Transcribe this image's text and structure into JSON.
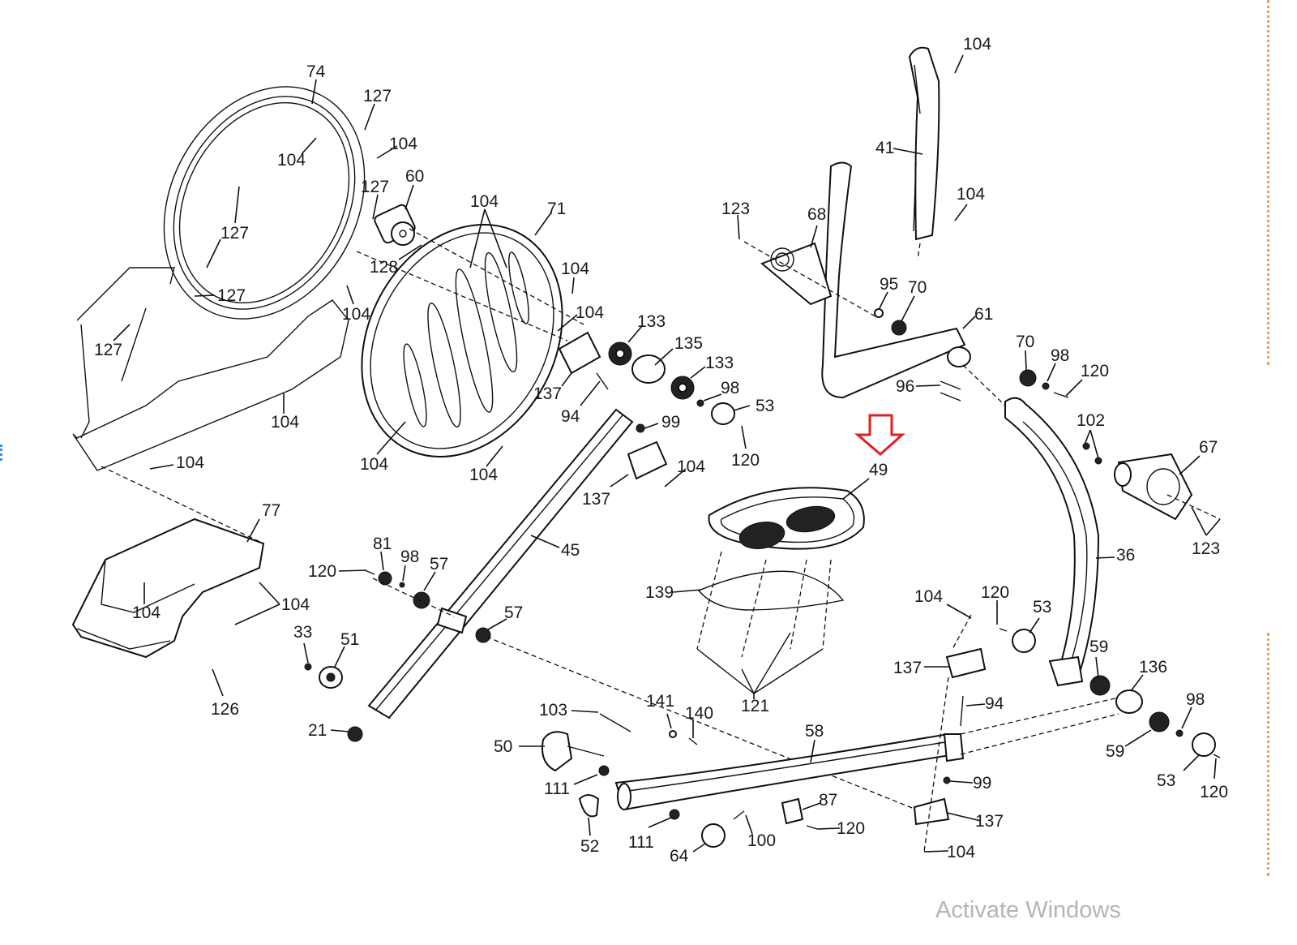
{
  "diagram": {
    "title": "Elliptical trainer exploded parts diagram",
    "highlight": {
      "part": "49",
      "indicator": "down-arrow",
      "color": "#e02020"
    },
    "labels": [
      {
        "id": "74",
        "text": "74"
      },
      {
        "id": "127a",
        "text": "127"
      },
      {
        "id": "104a",
        "text": "104"
      },
      {
        "id": "104b",
        "text": "104"
      },
      {
        "id": "127b",
        "text": "127"
      },
      {
        "id": "60",
        "text": "60"
      },
      {
        "id": "127c",
        "text": "127"
      },
      {
        "id": "127d",
        "text": "127"
      },
      {
        "id": "128",
        "text": "128"
      },
      {
        "id": "104c",
        "text": "104"
      },
      {
        "id": "127e",
        "text": "127"
      },
      {
        "id": "104d",
        "text": "104"
      },
      {
        "id": "104e",
        "text": "104"
      },
      {
        "id": "104f",
        "text": "104"
      },
      {
        "id": "71",
        "text": "71"
      },
      {
        "id": "104g",
        "text": "104"
      },
      {
        "id": "104h",
        "text": "104"
      },
      {
        "id": "104i",
        "text": "104"
      },
      {
        "id": "104j",
        "text": "104"
      },
      {
        "id": "133a",
        "text": "133"
      },
      {
        "id": "135",
        "text": "135"
      },
      {
        "id": "133b",
        "text": "133"
      },
      {
        "id": "137a",
        "text": "137"
      },
      {
        "id": "94a",
        "text": "94"
      },
      {
        "id": "98a",
        "text": "98"
      },
      {
        "id": "53a",
        "text": "53"
      },
      {
        "id": "99a",
        "text": "99"
      },
      {
        "id": "120a",
        "text": "120"
      },
      {
        "id": "104k",
        "text": "104"
      },
      {
        "id": "137b",
        "text": "137"
      },
      {
        "id": "45",
        "text": "45"
      },
      {
        "id": "104l",
        "text": "104"
      },
      {
        "id": "41",
        "text": "41"
      },
      {
        "id": "104m",
        "text": "104"
      },
      {
        "id": "123a",
        "text": "123"
      },
      {
        "id": "68",
        "text": "68"
      },
      {
        "id": "95",
        "text": "95"
      },
      {
        "id": "70a",
        "text": "70"
      },
      {
        "id": "61",
        "text": "61"
      },
      {
        "id": "70b",
        "text": "70"
      },
      {
        "id": "98b",
        "text": "98"
      },
      {
        "id": "120b",
        "text": "120"
      },
      {
        "id": "96",
        "text": "96"
      },
      {
        "id": "102",
        "text": "102"
      },
      {
        "id": "67",
        "text": "67"
      },
      {
        "id": "123b",
        "text": "123"
      },
      {
        "id": "36",
        "text": "36"
      },
      {
        "id": "49",
        "text": "49"
      },
      {
        "id": "139",
        "text": "139"
      },
      {
        "id": "121",
        "text": "121"
      },
      {
        "id": "77",
        "text": "77"
      },
      {
        "id": "104n",
        "text": "104"
      },
      {
        "id": "104o",
        "text": "104"
      },
      {
        "id": "126",
        "text": "126"
      },
      {
        "id": "120c",
        "text": "120"
      },
      {
        "id": "81",
        "text": "81"
      },
      {
        "id": "98c",
        "text": "98"
      },
      {
        "id": "57a",
        "text": "57"
      },
      {
        "id": "57b",
        "text": "57"
      },
      {
        "id": "33",
        "text": "33"
      },
      {
        "id": "51",
        "text": "51"
      },
      {
        "id": "21",
        "text": "21"
      },
      {
        "id": "103",
        "text": "103"
      },
      {
        "id": "141",
        "text": "141"
      },
      {
        "id": "140",
        "text": "140"
      },
      {
        "id": "58",
        "text": "58"
      },
      {
        "id": "50",
        "text": "50"
      },
      {
        "id": "111a",
        "text": "111"
      },
      {
        "id": "52",
        "text": "52"
      },
      {
        "id": "111b",
        "text": "111"
      },
      {
        "id": "64",
        "text": "64"
      },
      {
        "id": "100",
        "text": "100"
      },
      {
        "id": "87",
        "text": "87"
      },
      {
        "id": "120d",
        "text": "120"
      },
      {
        "id": "104p",
        "text": "104"
      },
      {
        "id": "120e",
        "text": "120"
      },
      {
        "id": "53b",
        "text": "53"
      },
      {
        "id": "137c",
        "text": "137"
      },
      {
        "id": "94b",
        "text": "94"
      },
      {
        "id": "99b",
        "text": "99"
      },
      {
        "id": "137d",
        "text": "137"
      },
      {
        "id": "104q",
        "text": "104"
      },
      {
        "id": "59a",
        "text": "59"
      },
      {
        "id": "136",
        "text": "136"
      },
      {
        "id": "59b",
        "text": "59"
      },
      {
        "id": "98d",
        "text": "98"
      },
      {
        "id": "53c",
        "text": "53"
      },
      {
        "id": "120f",
        "text": "120"
      }
    ]
  },
  "overlay": {
    "watermark": "Activate Windows"
  }
}
